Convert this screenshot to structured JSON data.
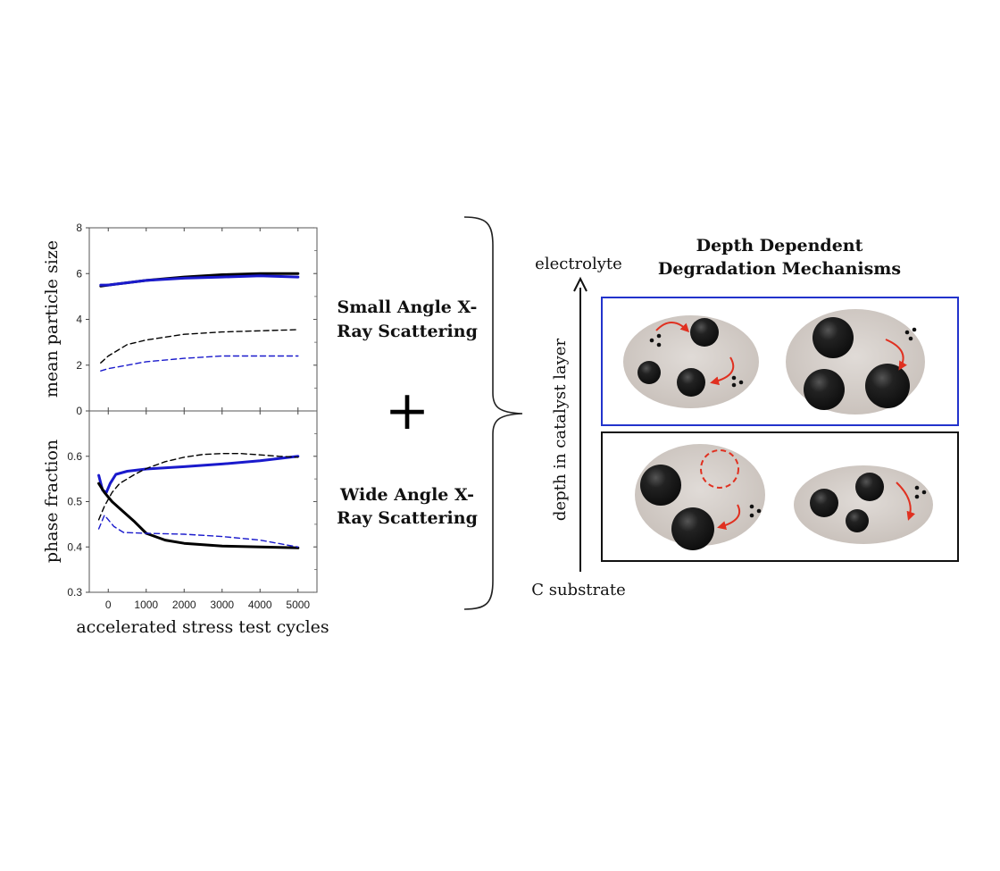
{
  "plus_sign": "+",
  "method_labels": {
    "saxs_line1": "Small Angle X-",
    "saxs_line2": "Ray Scattering",
    "waxs_line1": "Wide Angle X-",
    "waxs_line2": "Ray Scattering"
  },
  "diagram": {
    "title_line1": "Depth Dependent",
    "title_line2": "Degradation Mechanisms",
    "top_label": "electrolyte",
    "bottom_label": "C substrate",
    "axis_label": "depth in catalyst layer",
    "colors": {
      "top_box_border": "#2233cc",
      "bottom_box_border": "#111111",
      "support": "#cfc8c3",
      "particle": "#1c1c1c",
      "arrow": "#e03020"
    }
  },
  "chart_data": [
    {
      "type": "line",
      "ylabel": "mean particle size",
      "xlabel": "",
      "xlim": [
        -500,
        5500
      ],
      "ylim": [
        0,
        8
      ],
      "yticks": [
        0,
        2,
        4,
        6,
        8
      ],
      "xticks": [],
      "series": [
        {
          "color": "#000000",
          "style": "solid",
          "x": [
            -200,
            0,
            500,
            1000,
            2000,
            3000,
            4000,
            5000
          ],
          "y": [
            5.45,
            5.5,
            5.6,
            5.7,
            5.85,
            5.95,
            6.0,
            6.0
          ]
        },
        {
          "color": "#1a1acc",
          "style": "solid",
          "x": [
            -200,
            0,
            500,
            1000,
            2000,
            3000,
            4000,
            5000
          ],
          "y": [
            5.5,
            5.5,
            5.6,
            5.7,
            5.8,
            5.85,
            5.9,
            5.85
          ]
        },
        {
          "color": "#000000",
          "style": "dashed",
          "x": [
            -200,
            0,
            500,
            1000,
            2000,
            3000,
            4000,
            5000
          ],
          "y": [
            2.1,
            2.4,
            2.9,
            3.1,
            3.35,
            3.45,
            3.5,
            3.55
          ]
        },
        {
          "color": "#1a1acc",
          "style": "dashed",
          "x": [
            -200,
            0,
            500,
            1000,
            2000,
            3000,
            4000,
            5000
          ],
          "y": [
            1.75,
            1.85,
            2.0,
            2.15,
            2.3,
            2.4,
            2.4,
            2.4
          ]
        }
      ]
    },
    {
      "type": "line",
      "ylabel": "phase fraction",
      "xlabel": "accelerated stress test cycles",
      "xlim": [
        -500,
        5500
      ],
      "ylim": [
        0.3,
        0.7
      ],
      "yticks": [
        0.3,
        0.4,
        0.5,
        0.6
      ],
      "xticks": [
        0,
        1000,
        2000,
        3000,
        4000,
        5000
      ],
      "series": [
        {
          "color": "#1a1acc",
          "style": "solid",
          "x": [
            -250,
            -150,
            -50,
            50,
            200,
            500,
            1000,
            2000,
            3000,
            4000,
            5000
          ],
          "y": [
            0.558,
            0.525,
            0.52,
            0.54,
            0.56,
            0.567,
            0.572,
            0.577,
            0.583,
            0.59,
            0.6
          ]
        },
        {
          "color": "#000000",
          "style": "solid",
          "x": [
            -250,
            -100,
            100,
            300,
            700,
            1000,
            1500,
            2000,
            3000,
            4000,
            5000
          ],
          "y": [
            0.54,
            0.52,
            0.5,
            0.485,
            0.455,
            0.43,
            0.415,
            0.408,
            0.402,
            0.4,
            0.398
          ]
        },
        {
          "color": "#000000",
          "style": "dashed",
          "x": [
            -250,
            -100,
            100,
            300,
            700,
            1000,
            1500,
            2000,
            2500,
            3000,
            3500,
            4000,
            4500,
            5000
          ],
          "y": [
            0.46,
            0.49,
            0.52,
            0.54,
            0.56,
            0.573,
            0.588,
            0.598,
            0.604,
            0.606,
            0.606,
            0.603,
            0.6,
            0.598
          ]
        },
        {
          "color": "#1a1acc",
          "style": "dashed",
          "x": [
            -250,
            -100,
            0,
            150,
            400,
            1000,
            2000,
            3000,
            4000,
            5000
          ],
          "y": [
            0.44,
            0.47,
            0.46,
            0.445,
            0.432,
            0.43,
            0.428,
            0.423,
            0.415,
            0.4
          ]
        }
      ]
    }
  ]
}
